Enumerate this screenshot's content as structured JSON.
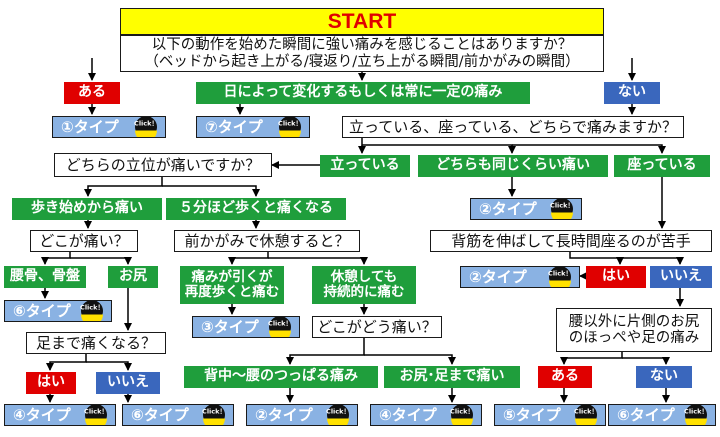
{
  "title": "START",
  "question_main": {
    "line1": "以下の動作を始めた瞬間に強い痛みを感じることはありますか？",
    "line2": "（ベッドから起き上がる/寝返り/立ち上がる瞬間/前かがみの瞬間）"
  },
  "ans_aru_1": "ある",
  "ans_nai_1": "ない",
  "ans_daily_change": "日によって変化するもしくは常に一定の痛み",
  "type_1": "①タイプ",
  "type_7": "⑦タイプ",
  "q_posture": "立っている、座っている、どちらで痛みますか？",
  "q_standing_which": "どちらの立位が痛いですか？",
  "ans_standing": "立っている",
  "ans_both": "どちらも同じくらい痛い",
  "ans_sitting": "座っている",
  "ans_walk_start": "歩き始めから痛い",
  "ans_5min": "５分ほど歩くと痛くなる",
  "type_2a": "②タイプ",
  "q_where1": "どこが痛い？",
  "q_bend_rest": "前かがみで休憩すると？",
  "q_back_stretch": "背筋を伸ばして長時間座るのが苦手",
  "ans_hip_pelvis": "腰骨、骨盤",
  "ans_buttock": "お尻",
  "ans_pain_eases": {
    "line1": "痛みが引くが",
    "line2": "再度歩くと痛む"
  },
  "ans_rest_continue": {
    "line1": "休憩しても",
    "line2": "持続的に痛む"
  },
  "type_2b": "②タイプ",
  "ans_hai_2": "はい",
  "ans_iie_2": "いいえ",
  "type_6a": "⑥タイプ",
  "type_3": "③タイプ",
  "q_where_how": "どこがどう痛い？",
  "q_foot_pain": "足まで痛くなる？",
  "q_cheek": {
    "line1": "腰以外に片側のお尻",
    "line2": "のほっぺや足の痛み"
  },
  "ans_back_tight": "背中～腰のつっぱる痛み",
  "ans_buttock_foot": "お尻･足まで痛い",
  "ans_hai_3": "はい",
  "ans_iie_3": "いいえ",
  "ans_aru_4": "ある",
  "ans_nai_4": "ない",
  "type_4a": "④タイプ",
  "type_6b": "⑥タイプ",
  "type_2c": "②タイプ",
  "type_4b": "④タイプ",
  "type_5": "⑤タイプ",
  "type_6c": "⑥タイプ",
  "click_label": "Click！",
  "colors": {
    "title_bg": "#ffff00",
    "title_text": "#e00000",
    "green": "#1f9e3c",
    "red": "#e00000",
    "blue": "#3a67bd",
    "type_bg": "#8ab2e3",
    "click_yellow": "#ffe100"
  }
}
